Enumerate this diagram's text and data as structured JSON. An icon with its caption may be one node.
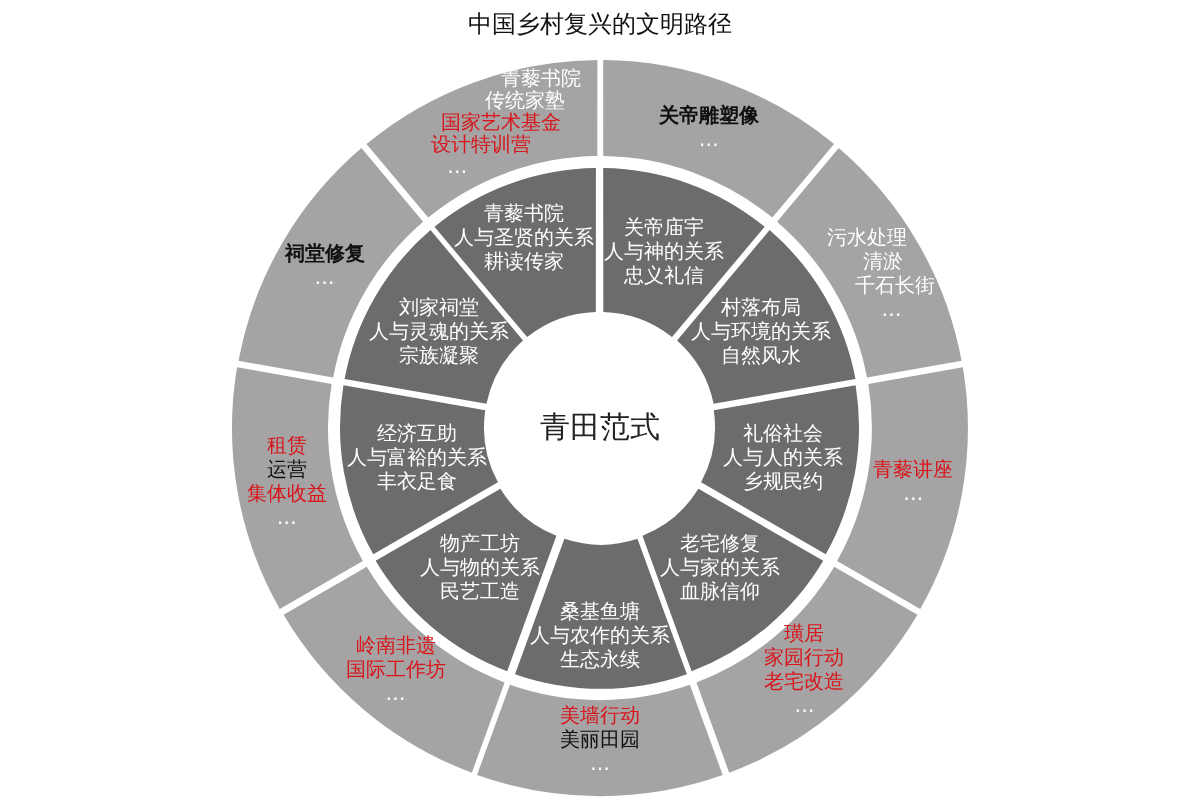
{
  "diagram": {
    "title": "中国乡村复兴的文明路径",
    "nodes": [
      {
        "text": [
          "青田范式"
        ]
      },
      {
        "text": [
          "关帝庙宇",
          "人与神的关系",
          "忠义礼信"
        ]
      },
      {
        "text": [
          "村落布局",
          "人与环境的关系",
          "自然风水"
        ]
      },
      {
        "text": [
          "礼俗社会",
          "人与人的关系",
          "乡规民约"
        ]
      },
      {
        "text": [
          "老宅修复",
          "人与家的关系",
          "血脉信仰"
        ]
      },
      {
        "text": [
          "桑基鱼塘",
          "人与农作的关系",
          "生态永续"
        ]
      },
      {
        "text": [
          "物产工坊",
          "人与物的关系",
          "民艺工造"
        ]
      },
      {
        "text": [
          "经济互助",
          "人与富裕的关系",
          "丰衣足食"
        ]
      },
      {
        "text": [
          "刘家祠堂",
          "人与灵魂的关系",
          "宗族凝聚"
        ]
      },
      {
        "text": [
          "青藜书院",
          "人与圣贤的关系",
          "耕读传家"
        ]
      },
      {
        "text": [
          "关帝雕塑像",
          "…"
        ]
      },
      {
        "text": [
          "污水处理",
          "清淤",
          "千石长街",
          "…"
        ]
      },
      {
        "text": [
          "青藜讲座",
          "…"
        ]
      },
      {
        "text": [
          "璜居",
          "家园行动",
          "老宅改造",
          "…"
        ]
      },
      {
        "text": [
          "美墙行动",
          "美丽田园",
          "…"
        ]
      },
      {
        "text": [
          "岭南非遗",
          "国际工作坊",
          "…"
        ]
      },
      {
        "text": [
          "租赁",
          "运营",
          "集体收益",
          "…"
        ]
      },
      {
        "text": [
          "祠堂修复",
          "…"
        ]
      },
      {
        "text": [
          "青藜书院",
          "传统家塾",
          "国家艺术基金",
          "设计特训营",
          "…"
        ]
      }
    ]
  }
}
